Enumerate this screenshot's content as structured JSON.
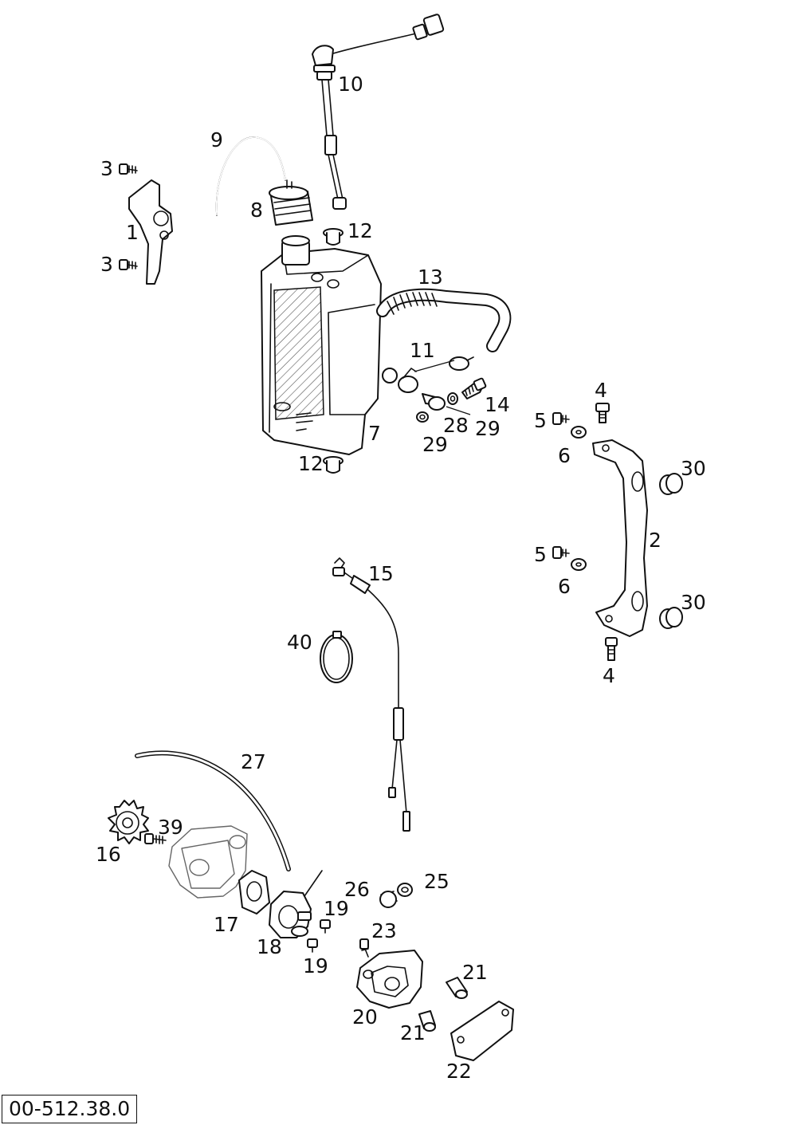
{
  "drawing_number": "00-512.38.0",
  "callouts": [
    {
      "id": "c1",
      "text": "1"
    },
    {
      "id": "c2",
      "text": "2"
    },
    {
      "id": "c3a",
      "text": "3"
    },
    {
      "id": "c3b",
      "text": "3"
    },
    {
      "id": "c4a",
      "text": "4"
    },
    {
      "id": "c4b",
      "text": "4"
    },
    {
      "id": "c5a",
      "text": "5"
    },
    {
      "id": "c5b",
      "text": "5"
    },
    {
      "id": "c6a",
      "text": "6"
    },
    {
      "id": "c6b",
      "text": "6"
    },
    {
      "id": "c7",
      "text": "7"
    },
    {
      "id": "c8",
      "text": "8"
    },
    {
      "id": "c9",
      "text": "9"
    },
    {
      "id": "c10",
      "text": "10"
    },
    {
      "id": "c11",
      "text": "11"
    },
    {
      "id": "c12a",
      "text": "12"
    },
    {
      "id": "c12b",
      "text": "12"
    },
    {
      "id": "c13",
      "text": "13"
    },
    {
      "id": "c14",
      "text": "14"
    },
    {
      "id": "c15",
      "text": "15"
    },
    {
      "id": "c16",
      "text": "16"
    },
    {
      "id": "c17",
      "text": "17"
    },
    {
      "id": "c18",
      "text": "18"
    },
    {
      "id": "c19a",
      "text": "19"
    },
    {
      "id": "c19b",
      "text": "19"
    },
    {
      "id": "c20",
      "text": "20"
    },
    {
      "id": "c21a",
      "text": "21"
    },
    {
      "id": "c21b",
      "text": "21"
    },
    {
      "id": "c22",
      "text": "22"
    },
    {
      "id": "c23",
      "text": "23"
    },
    {
      "id": "c25",
      "text": "25"
    },
    {
      "id": "c26",
      "text": "26"
    },
    {
      "id": "c27",
      "text": "27"
    },
    {
      "id": "c28",
      "text": "28"
    },
    {
      "id": "c29a",
      "text": "29"
    },
    {
      "id": "c29b",
      "text": "29"
    },
    {
      "id": "c30a",
      "text": "30"
    },
    {
      "id": "c30b",
      "text": "30"
    },
    {
      "id": "c39",
      "text": "39"
    },
    {
      "id": "c40",
      "text": "40"
    }
  ]
}
